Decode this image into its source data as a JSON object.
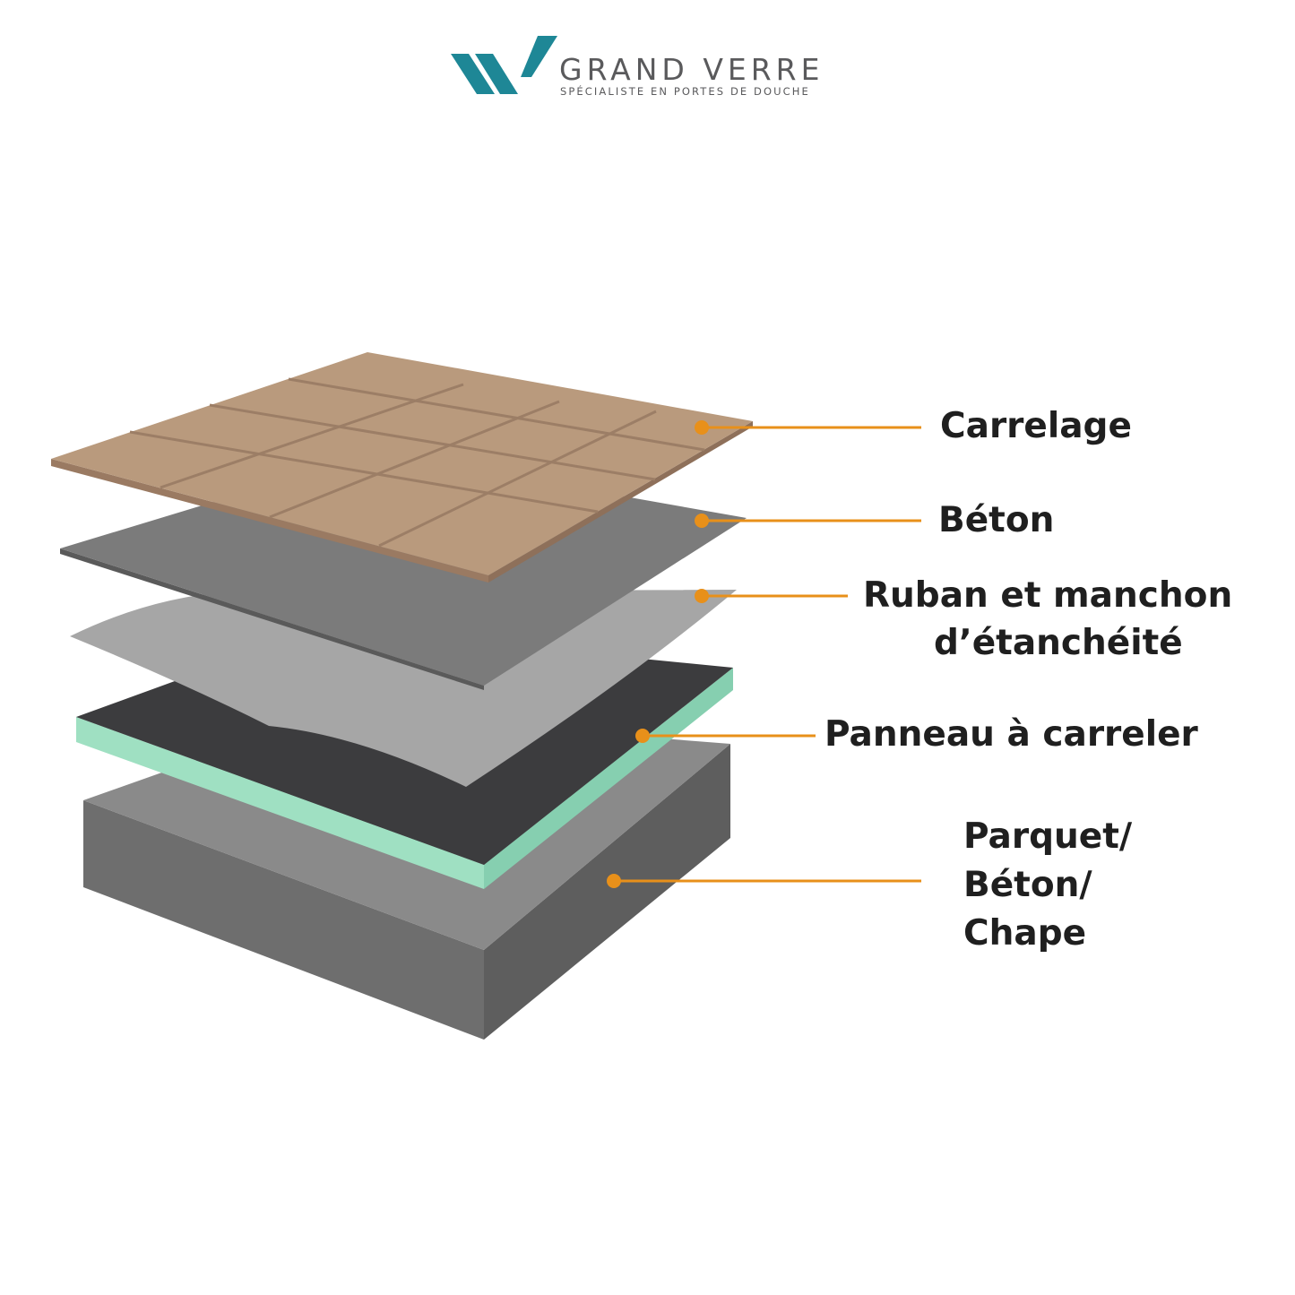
{
  "logo": {
    "title": "GRAND VERRE",
    "subtitle": "SPÉCIALISTE EN PORTES DE DOUCHE",
    "brand_color": "#1e8796"
  },
  "labels": {
    "carrelage": "Carrelage",
    "beton": "Béton",
    "ruban_line1": "Ruban et manchon",
    "ruban_line2": "d’étanchéité",
    "panneau": "Panneau à carreler",
    "base_line1": "Parquet/",
    "base_line2": "Béton/",
    "base_line3": "Chape"
  },
  "colors": {
    "leader": "#e8901a",
    "tile": "#b99a7d",
    "concrete": "#7d7d7d",
    "panel_edge": "#9fe0c2"
  }
}
